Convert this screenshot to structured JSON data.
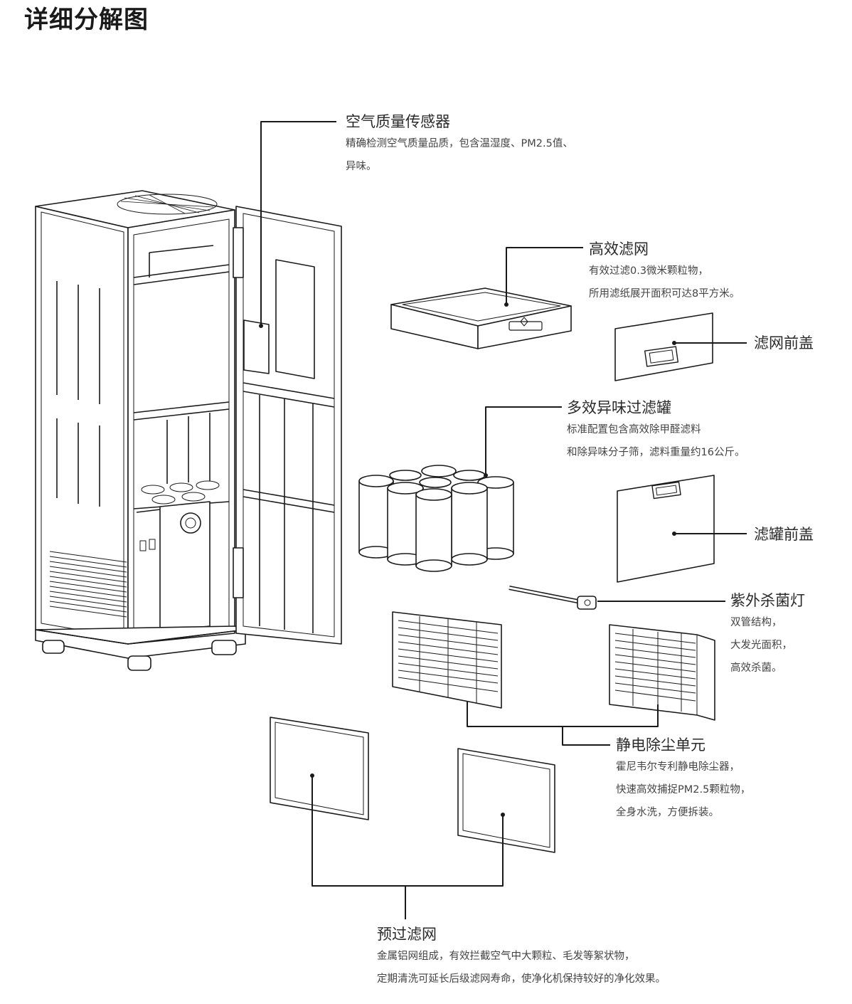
{
  "page_title": "详细分解图",
  "labels": {
    "air_sensor": {
      "title": "空气质量传感器",
      "lines": [
        "精确检测空气质量品质，包含温湿度、PM2.5值、",
        "异味。"
      ]
    },
    "hepa": {
      "title": "高效滤网",
      "lines": [
        "有效过滤0.3微米颗粒物，",
        "所用滤纸展开面积可达8平方米。"
      ]
    },
    "hepa_cover": {
      "title": "滤网前盖",
      "lines": []
    },
    "canister": {
      "title": "多效异味过滤罐",
      "lines": [
        "标准配置包含高效除甲醛滤料",
        "和除异味分子筛，滤料重量约16公斤。"
      ]
    },
    "canister_cover": {
      "title": "滤罐前盖",
      "lines": []
    },
    "uv": {
      "title": "紫外杀菌灯",
      "lines": [
        "双管结构，",
        "大发光面积，",
        "高效杀菌。"
      ]
    },
    "esp": {
      "title": "静电除尘单元",
      "lines": [
        "霍尼韦尔专利静电除尘器，",
        "快速高效捕捉PM2.5颗粒物，",
        "全身水洗，方便拆装。"
      ]
    },
    "prefilter": {
      "title": "预过滤网",
      "lines": [
        "金属铝网组成，有效拦截空气中大颗粒、毛发等絮状物，",
        "定期清洗可延长后级滤网寿命，使净化机保持较好的净化效果。"
      ]
    }
  }
}
